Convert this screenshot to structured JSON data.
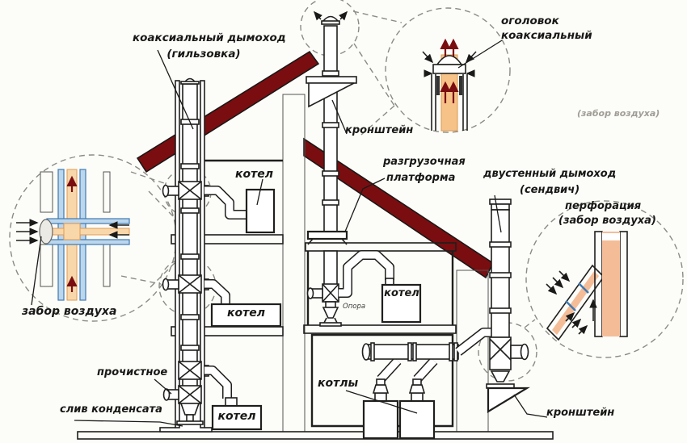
{
  "diagram": {
    "labels": {
      "coax_chimney_1": "коаксиальный дымоход",
      "coax_chimney_2": "(гильзовка)",
      "head_1": "оголовок",
      "head_2": "коаксиальный",
      "air_intake_note": "(забор воздуха)",
      "bracket_top": "кронштейн",
      "boiler_3f": "котел",
      "unload_platform_1": "разгрузочная",
      "unload_platform_2": "платформа",
      "twin_wall_1": "двустенный дымоход",
      "twin_wall_2": "(сендвич)",
      "perforation_1": "перфорация",
      "perforation_2": "(забор воздуха)",
      "boiler_2f_mid": "котел",
      "boiler_2f_left": "котел",
      "boiler_1f_left": "котел",
      "boilers_ground": "котлы",
      "cleanout": "прочистное",
      "condensate_drain": "слив конденсата",
      "bracket_bottom": "кронштейн",
      "support": "Опора",
      "air_intake_left": "забор воздуха"
    },
    "colors": {
      "roof_red": "#7a0d10",
      "pipe_outline": "#1f1f1d",
      "detail_blue": "#3f7ab2",
      "detail_blue_light": "#bcd6ec",
      "detail_orange": "#e59a50",
      "detail_orange_light": "#f8d8ab",
      "duct_yellow": "#f6e400",
      "duct_salmon": "#f4bd97",
      "dashed_gray": "#8b8b85",
      "flue_red": "#7a0d10"
    }
  }
}
